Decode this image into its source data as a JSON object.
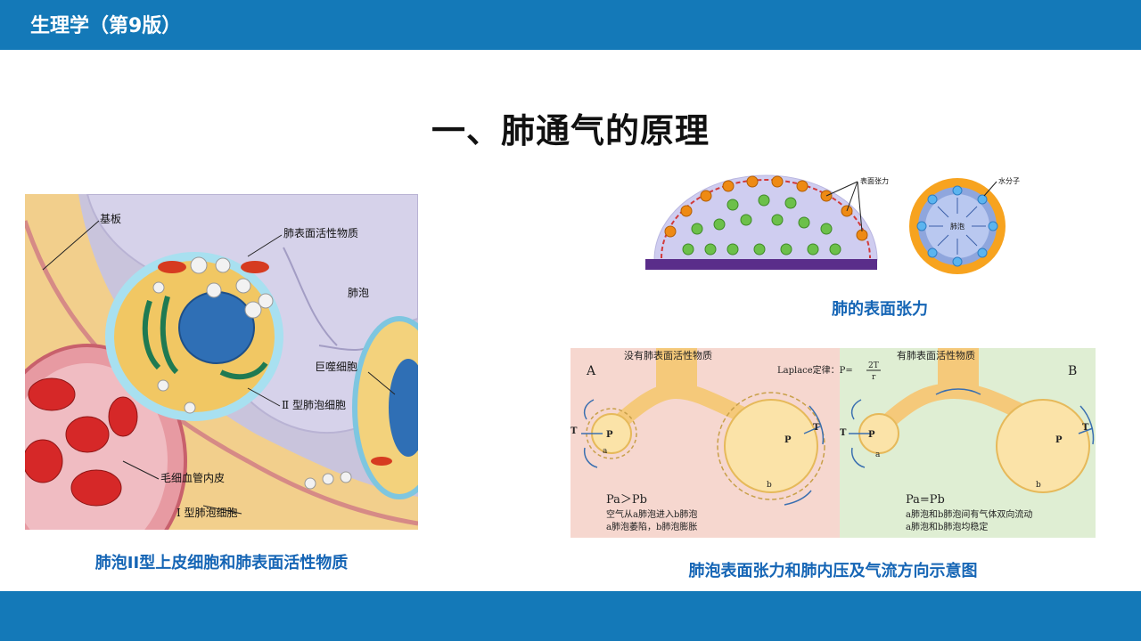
{
  "header": {
    "title": "生理学（第9版）"
  },
  "slide": {
    "heading": "一、肺通气的原理"
  },
  "figure_alveolar_cell": {
    "caption": "肺泡II型上皮细胞和肺表面活性物质",
    "labels": {
      "basement": "基板",
      "surfactant": "肺表面活性物质",
      "alveolus": "肺泡",
      "macrophage": "巨噬细胞",
      "type2": "Ⅱ 型肺泡细胞",
      "capillary": "毛细血管内皮",
      "type1": "Ⅰ 型肺泡细胞"
    }
  },
  "figure_surface_tension": {
    "caption": "肺的表面张力",
    "labels": {
      "surface_tension": "表面张力",
      "water_molecule": "水分子",
      "alveolus": "肺泡"
    }
  },
  "figure_laplace": {
    "caption": "肺泡表面张力和肺内压及气流方向示意图",
    "panel_a": {
      "letter": "A",
      "title": "没有肺表面活性物质",
      "formula": "Pa＞Pb",
      "desc1": "空气从a肺泡进入b肺泡",
      "desc2": "a肺泡萎陷，b肺泡膨胀",
      "small_label": "a",
      "large_label": "b"
    },
    "panel_b": {
      "letter": "B",
      "title": "有肺表面活性物质",
      "formula": "Pa=Pb",
      "desc1": "a肺泡和b肺泡间有气体双向流动",
      "desc2": "a肺泡和b肺泡均稳定",
      "small_label": "a",
      "large_label": "b"
    },
    "laplace": "Laplace定律：P=",
    "laplace_num": "2T",
    "laplace_den": "r",
    "symbol_p": "P",
    "symbol_t": "T"
  }
}
